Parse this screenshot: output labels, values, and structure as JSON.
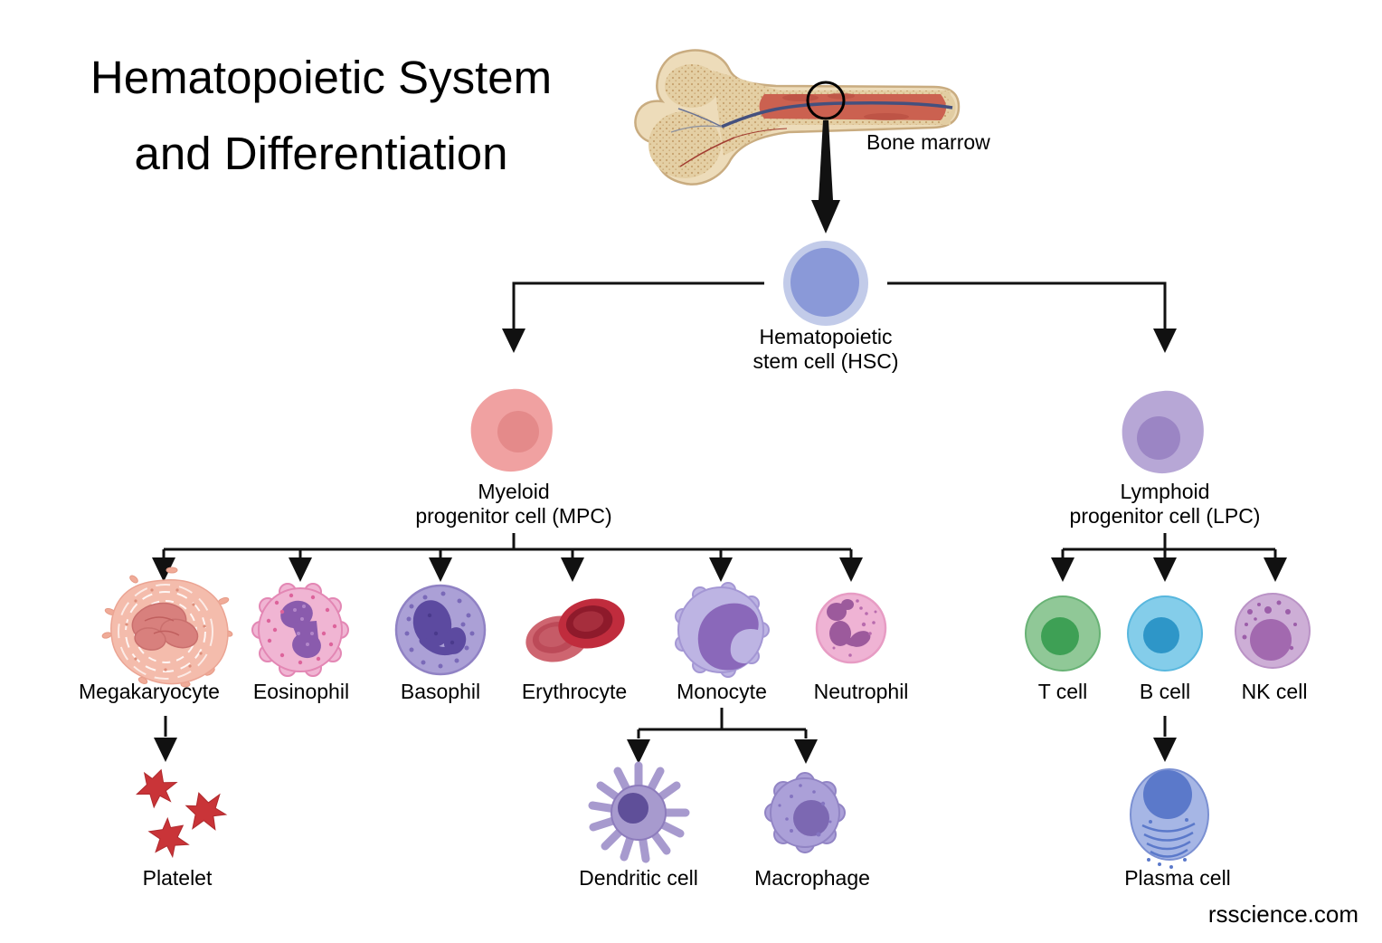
{
  "title": {
    "line1": "Hematopoietic System",
    "line2": "and Differentiation"
  },
  "bone": {
    "label": "Bone marrow"
  },
  "watermark": "rsscience.com",
  "cells": {
    "hsc": {
      "label_lines": [
        "Hematopoietic",
        "stem cell (HSC)"
      ],
      "color": "#8a99d8"
    },
    "mpc": {
      "label_lines": [
        "Myeloid",
        "progenitor cell (MPC)"
      ],
      "color": "#f0a1a1"
    },
    "lpc": {
      "label_lines": [
        "Lymphoid",
        "progenitor cell (LPC)"
      ],
      "color": "#b7a7d6"
    },
    "megakaryocyte": {
      "label": "Megakaryocyte",
      "color": "#f4bcac"
    },
    "eosinophil": {
      "label": "Eosinophil",
      "color": "#f0b5d3"
    },
    "basophil": {
      "label": "Basophil",
      "color": "#aba0d6"
    },
    "erythrocyte": {
      "label": "Erythrocyte",
      "color": "#c02c3d"
    },
    "monocyte": {
      "label": "Monocyte",
      "color": "#bdb4e3"
    },
    "neutrophil": {
      "label": "Neutrophil",
      "color": "#efb3d4"
    },
    "t_cell": {
      "label": "T cell",
      "color": "#90c897"
    },
    "b_cell": {
      "label": "B cell",
      "color": "#84cdea"
    },
    "nk_cell": {
      "label": "NK cell",
      "color": "#cdaed6"
    },
    "platelet": {
      "label": "Platelet",
      "color": "#c93438"
    },
    "dendritic_cell": {
      "label": "Dendritic cell",
      "color": "#a79ace"
    },
    "macrophage": {
      "label": "Macrophage",
      "color": "#aba0d8"
    },
    "plasma_cell": {
      "label": "Plasma cell",
      "color": "#a6b6e5"
    }
  },
  "hierarchy": {
    "Hematopoietic stem cell (HSC)": [
      "Myeloid progenitor cell (MPC)",
      "Lymphoid progenitor cell (LPC)"
    ],
    "Myeloid progenitor cell (MPC)": [
      "Megakaryocyte",
      "Eosinophil",
      "Basophil",
      "Erythrocyte",
      "Monocyte",
      "Neutrophil"
    ],
    "Lymphoid progenitor cell (LPC)": [
      "T cell",
      "B cell",
      "NK cell"
    ],
    "Megakaryocyte": [
      "Platelet"
    ],
    "Monocyte": [
      "Dendritic cell",
      "Macrophage"
    ],
    "B cell": [
      "Plasma cell"
    ]
  }
}
